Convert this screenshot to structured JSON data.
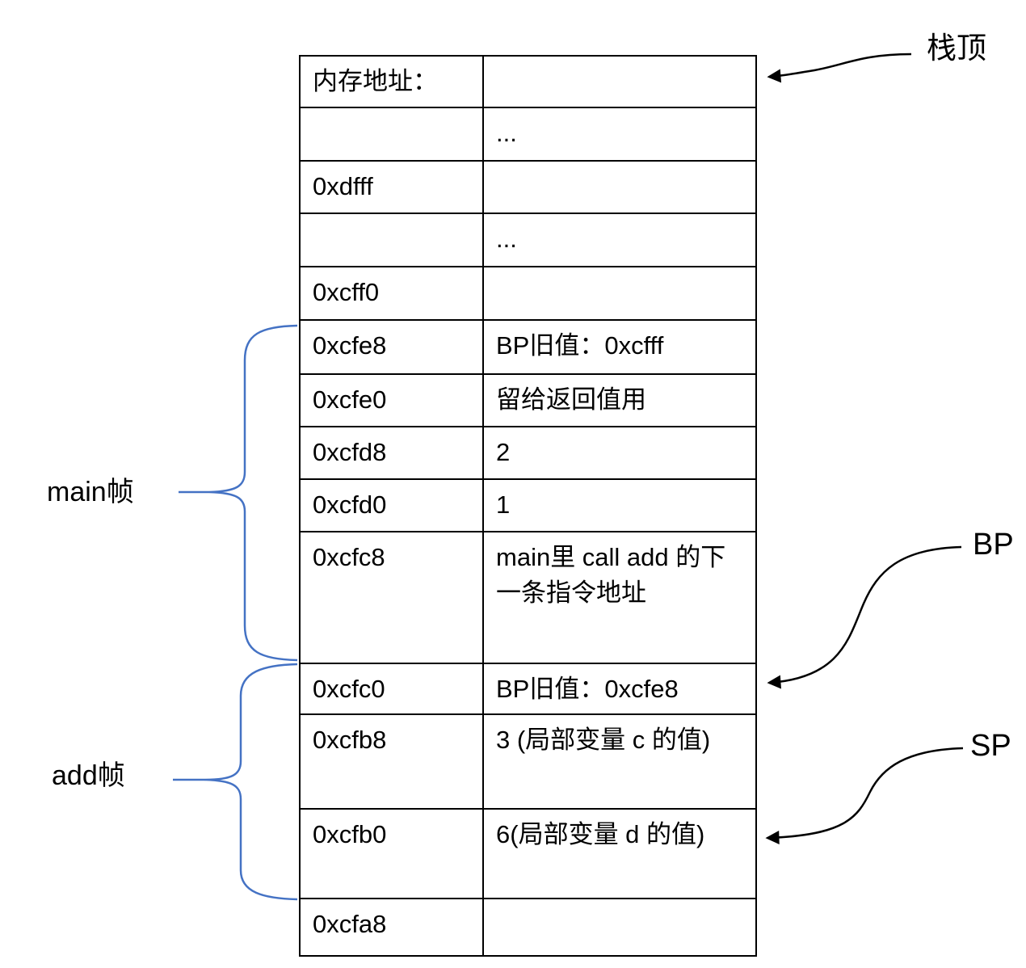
{
  "diagram": {
    "title_hint": "stack memory layout with main and add frames",
    "table": {
      "rows": [
        {
          "addr": "内存地址：",
          "value": ""
        },
        {
          "addr": "",
          "value": "..."
        },
        {
          "addr": "0xdfff",
          "value": ""
        },
        {
          "addr": "",
          "value": "..."
        },
        {
          "addr": "0xcff0",
          "value": ""
        },
        {
          "addr": "0xcfe8",
          "value": "BP旧值：0xcfff"
        },
        {
          "addr": "0xcfe0",
          "value": "留给返回值用"
        },
        {
          "addr": "0xcfd8",
          "value": "2"
        },
        {
          "addr": "0xcfd0",
          "value": "1"
        },
        {
          "addr": "0xcfc8",
          "value": "main里 call add 的下一条指令地址"
        },
        {
          "addr": "0xcfc0",
          "value": "BP旧值：0xcfe8"
        },
        {
          "addr": "0xcfb8",
          "value": "3 (局部变量 c 的值)"
        },
        {
          "addr": "0xcfb0",
          "value": "6(局部变量 d 的值)"
        },
        {
          "addr": "0xcfa8",
          "value": ""
        }
      ]
    },
    "labels": {
      "main_frame": "main帧",
      "add_frame": "add帧",
      "stack_top": "栈顶",
      "bp": "BP",
      "sp": "SP"
    },
    "colors": {
      "brace": "#4472C4",
      "line": "#000000"
    }
  }
}
